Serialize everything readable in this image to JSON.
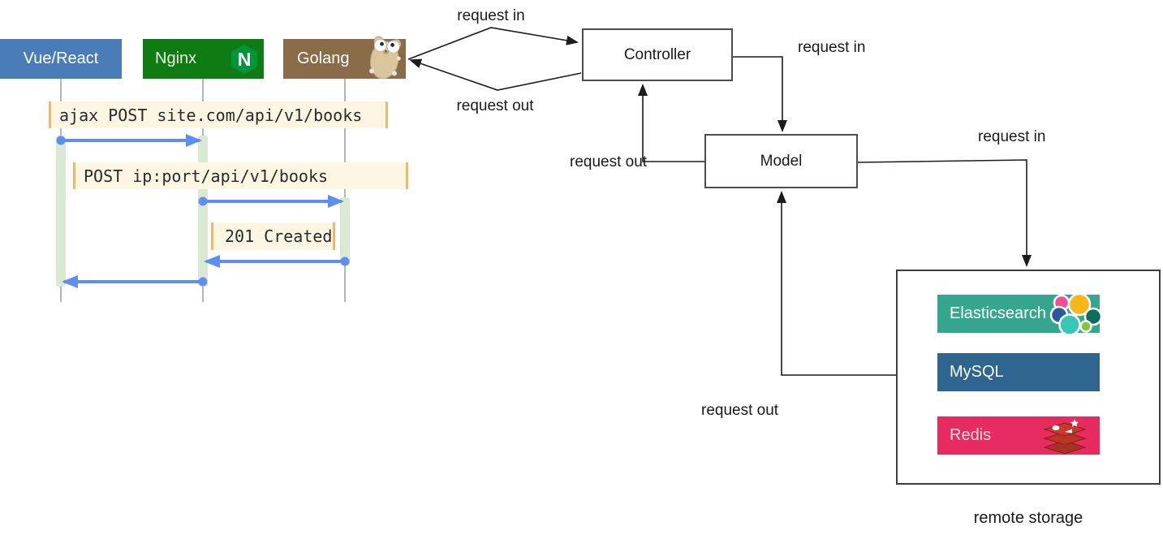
{
  "sequence_diagram": {
    "actors": [
      {
        "label": "Vue/React",
        "color": "#4a7db7"
      },
      {
        "label": "Nginx",
        "color": "#0e7c12",
        "logo_letter": "N",
        "logo_color": "#009639"
      },
      {
        "label": "Golang",
        "color": "#8a6c48"
      }
    ],
    "messages": [
      {
        "text": "ajax POST site.com/api/v1/books",
        "from": "Vue/React",
        "to": "Nginx"
      },
      {
        "text": "POST ip:port/api/v1/books",
        "from": "Nginx",
        "to": "Golang"
      },
      {
        "text": "201 Created",
        "from": "Golang",
        "to": "Nginx"
      },
      {
        "text": "",
        "from": "Nginx",
        "to": "Vue/React"
      }
    ],
    "style": {
      "message_bg": "#fdf6e3",
      "message_border": "#e6bd6e",
      "arrow_color": "#5e8ef1",
      "activation_color": "#d9e9d2",
      "lifeline_color": "#b5b5b5"
    }
  },
  "flow_diagram": {
    "nodes": [
      {
        "label": "Controller"
      },
      {
        "label": "Model"
      }
    ],
    "edge_labels": [
      {
        "edge": "golang-to-controller",
        "text": "request in"
      },
      {
        "edge": "controller-to-golang",
        "text": "request out"
      },
      {
        "edge": "controller-to-model",
        "text": "request in"
      },
      {
        "edge": "model-to-controller",
        "text": "request out"
      },
      {
        "edge": "model-to-storage",
        "text": "request in"
      },
      {
        "edge": "storage-to-model",
        "text": "request out"
      }
    ]
  },
  "remote_storage": {
    "caption": "remote storage",
    "services": [
      {
        "label": "Elasticsearch",
        "color": "#35a78e"
      },
      {
        "label": "MySQL",
        "color": "#2f6690"
      },
      {
        "label": "Redis",
        "color": "#e72a60"
      }
    ]
  }
}
